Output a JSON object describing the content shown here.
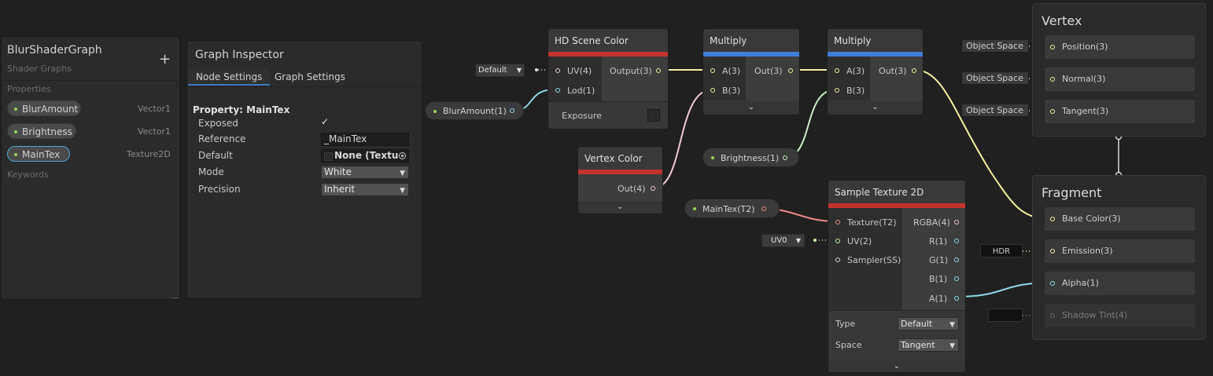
{
  "blackboard": {
    "title": "BlurShaderGraph",
    "subtitle": "Shader Graphs",
    "add_label": "+",
    "properties_label": "Properties",
    "keywords_label": "Keywords",
    "properties": [
      {
        "name": "BlurAmount",
        "type": "Vector1"
      },
      {
        "name": "Brightness",
        "type": "Vector1"
      },
      {
        "name": "MainTex",
        "type": "Texture2D"
      }
    ]
  },
  "inspector": {
    "title": "Graph Inspector",
    "tabs": [
      "Node Settings",
      "Graph Settings"
    ],
    "property_heading": "Property: MainTex",
    "exposed_label": "Exposed",
    "exposed_check": "✓",
    "reference_label": "Reference",
    "reference_value": "_MainTex",
    "default_label": "Default",
    "default_value": "None (Textu",
    "mode_label": "Mode",
    "mode_value": "White",
    "precision_label": "Precision",
    "precision_value": "Inherit"
  },
  "nodes": {
    "hd_scene_color": {
      "title": "HD Scene Color",
      "inputs": [
        "UV(4)",
        "Lod(1)"
      ],
      "output": "Output(3)",
      "exposure_label": "Exposure",
      "uv_default": "Default"
    },
    "multiply1": {
      "title": "Multiply",
      "inputs": [
        "A(3)",
        "B(3)"
      ],
      "output": "Out(3)"
    },
    "multiply2": {
      "title": "Multiply",
      "inputs": [
        "A(3)",
        "B(3)"
      ],
      "output": "Out(3)"
    },
    "vertex_color": {
      "title": "Vertex Color",
      "output": "Out(4)"
    },
    "blur_amount_prop": {
      "label": "BlurAmount(1)"
    },
    "brightness_prop": {
      "label": "Brightness(1)"
    },
    "maintex_prop": {
      "label": "MainTex(T2)"
    },
    "sample_texture": {
      "title": "Sample Texture 2D",
      "inputs": [
        "Texture(T2)",
        "UV(2)",
        "Sampler(SS)"
      ],
      "outputs": [
        "RGBA(4)",
        "R(1)",
        "G(1)",
        "B(1)",
        "A(1)"
      ],
      "type_label": "Type",
      "type_value": "Default",
      "space_label": "Space",
      "space_value": "Tangent",
      "uv_default": "UV0"
    }
  },
  "master": {
    "vertex_title": "Vertex",
    "vertex_slots": [
      {
        "label": "Position(3)",
        "space": "Object Space"
      },
      {
        "label": "Normal(3)",
        "space": "Object Space"
      },
      {
        "label": "Tangent(3)",
        "space": "Object Space"
      }
    ],
    "fragment_title": "Fragment",
    "fragment_slots": [
      "Base Color(3)",
      "Emission(3)",
      "Alpha(1)",
      "Shadow Tint(4)"
    ],
    "hdr_label": "HDR"
  },
  "colors": {
    "header_red": "#c1332c",
    "header_blue": "#3f7ed8",
    "wire_yellow": "#f3f0a0",
    "wire_cyan": "#8fd8e8",
    "wire_pink": "#f0b8d8",
    "wire_red": "#f08a8a",
    "wire_green": "#c9f0a8"
  },
  "icons": {
    "chevron": "chevron-down-icon",
    "target": "object-picker-icon",
    "check": "checkmark-icon"
  }
}
